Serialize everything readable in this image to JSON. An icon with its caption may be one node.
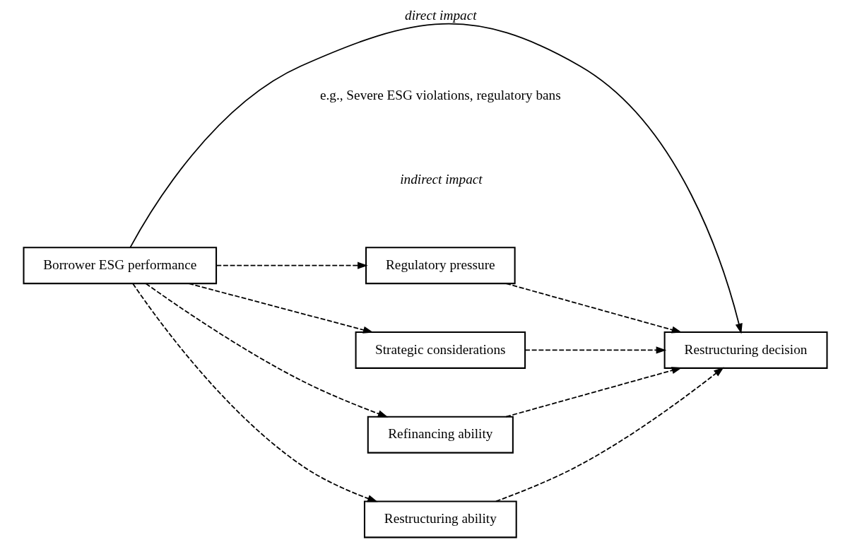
{
  "diagram": {
    "nodes": [
      {
        "text": [
          "Borrower ESG performance"
        ]
      },
      {
        "text": [
          "Restructuring decision"
        ]
      },
      {
        "text": [
          "Regulatory pressure"
        ]
      },
      {
        "text": [
          "Strategic considerations"
        ]
      },
      {
        "text": [
          "Refinancing ability"
        ]
      },
      {
        "text": [
          "Restructuring ability"
        ]
      }
    ],
    "edges": [
      {
        "from": 0,
        "to": 1,
        "arrow": "to",
        "label": "direct impact"
      },
      {
        "from": 0,
        "to": 2,
        "arrow": "to",
        "style": "dashed"
      },
      {
        "from": 0,
        "to": 3,
        "arrow": "to",
        "style": "dashed"
      },
      {
        "from": 0,
        "to": 4,
        "arrow": "to",
        "style": "dashed"
      },
      {
        "from": 0,
        "to": 5,
        "arrow": "to",
        "style": "dashed"
      },
      {
        "from": 2,
        "to": 1,
        "arrow": "to",
        "style": "dashed"
      },
      {
        "from": 3,
        "to": 1,
        "arrow": "to",
        "style": "dashed"
      },
      {
        "from": 4,
        "to": 1,
        "arrow": "to",
        "style": "dashed"
      },
      {
        "from": 5,
        "to": 1,
        "arrow": "to",
        "style": "dashed"
      }
    ],
    "labels": [
      "e.g., Severe ESG violations, regulatory bans",
      "indirect impact"
    ]
  }
}
